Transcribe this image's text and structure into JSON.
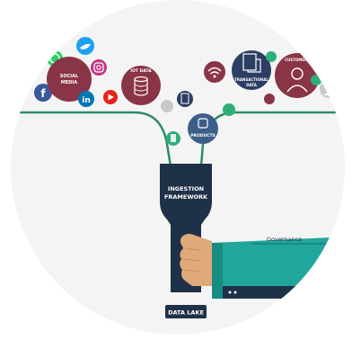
{
  "labels": {
    "social_media_line1": "SOCIAL",
    "social_media_line2": "MEDIA",
    "iot_data": "IOT DATA",
    "products": "PRODUCTS",
    "transactional_line1": "TRANSACTIONAL",
    "transactional_line2": "DATA",
    "customers": "CUSTOMERS",
    "funnel_line1": "INGESTION",
    "funnel_line2": "FRAMEWORK",
    "governance": "Governance",
    "data_lake": "DATA LAKE"
  },
  "icons": [
    "facebook-icon",
    "whatsapp-icon",
    "twitter-icon",
    "instagram-icon",
    "linkedin-icon",
    "youtube-icon",
    "iot-database-icon",
    "products-icon",
    "wifi-icon",
    "transactional-folder-icon",
    "customer-person-icon",
    "document-icon",
    "hand-icon"
  ],
  "colors": {
    "background": "#f4f4f4",
    "line_green": "#2f8a6b",
    "funnel_navy": "#1f3148",
    "sleeve_teal": "#1fa79b",
    "skin": "#e0a97a",
    "maroon": "#8a3447",
    "navy_circle": "#2c3e63",
    "facebook": "#3b5998",
    "whatsapp": "#25d366",
    "twitter": "#1da1f2",
    "instagram": "#c13584",
    "linkedin": "#0077b5",
    "youtube": "#e62117"
  }
}
